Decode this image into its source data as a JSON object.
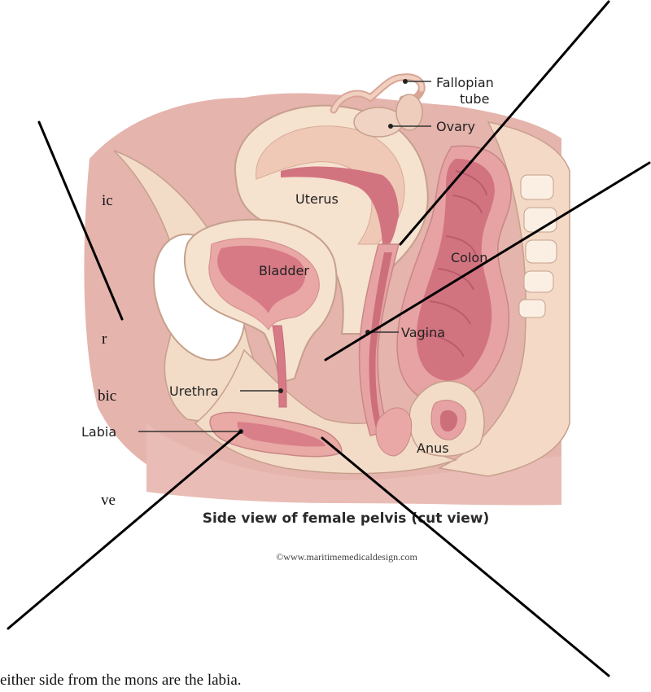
{
  "diagram": {
    "labels": {
      "fallopian_tube_line1": "Fallopian",
      "fallopian_tube_line2": "tube",
      "ovary": "Ovary",
      "uterus": "Uterus",
      "bladder": "Bladder",
      "colon": "Colon",
      "vagina": "Vagina",
      "urethra": "Urethra",
      "labia": "Labia",
      "anus": "Anus"
    },
    "title": "Side view of female pelvis (cut view)",
    "credit": "©www.maritimemedicaldesign.com"
  },
  "page": {
    "left_fragments": [
      "ic",
      "r",
      "bic",
      "ve"
    ],
    "bottom_caption": "either side from the mons are the labia."
  },
  "colors": {
    "outer_tissue": "#e7b9b3",
    "body_beige": "#f3dcc7",
    "organ_wall": "#f5e2cf",
    "organ_inner": "#dc8a93",
    "lumen": "#c76674",
    "outline": "#c6a08c",
    "annotation_line": "#000000"
  }
}
